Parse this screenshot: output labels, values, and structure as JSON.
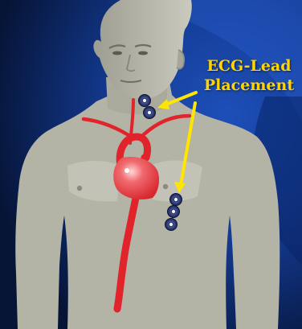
{
  "caption": {
    "line1": "ECG-Lead",
    "line2": "Placement",
    "color": "#ffd400"
  },
  "colors": {
    "background": "#0b1f4d",
    "body": "#b3b3a6",
    "artery": "#e1242c",
    "heart": "#ec4b50",
    "electrode": "#24306a",
    "arrow": "#ffe600"
  },
  "icons": {
    "electrode": "ecg-electrode-icon",
    "arrow": "yellow-pointer-arrow"
  }
}
